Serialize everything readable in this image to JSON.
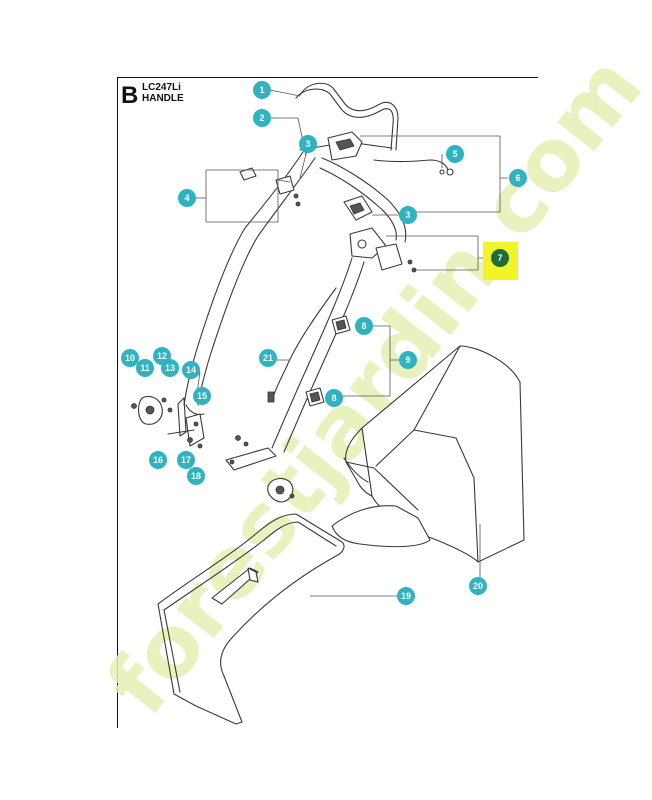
{
  "header": {
    "section_letter": "B",
    "model_code": "LC247Li",
    "assembly_name": "HANDLE"
  },
  "watermark": {
    "text": "forestjardin.com",
    "color": "#dfeaa5"
  },
  "colors": {
    "callout": "#2fb3c0",
    "highlight_box": "#f3f32a",
    "highlight_callout": "#1f6e3a",
    "line_art": "#3a3a3a"
  },
  "callouts": [
    {
      "id": "c1",
      "label": "1"
    },
    {
      "id": "c2",
      "label": "2"
    },
    {
      "id": "c3a",
      "label": "3"
    },
    {
      "id": "c3b",
      "label": "3"
    },
    {
      "id": "c4",
      "label": "4"
    },
    {
      "id": "c5",
      "label": "5"
    },
    {
      "id": "c6",
      "label": "6"
    },
    {
      "id": "c7",
      "label": "7",
      "highlighted": true
    },
    {
      "id": "c8a",
      "label": "8"
    },
    {
      "id": "c8b",
      "label": "8"
    },
    {
      "id": "c9",
      "label": "9"
    },
    {
      "id": "c10",
      "label": "10"
    },
    {
      "id": "c11",
      "label": "11"
    },
    {
      "id": "c12",
      "label": "12"
    },
    {
      "id": "c13",
      "label": "13"
    },
    {
      "id": "c14",
      "label": "14"
    },
    {
      "id": "c15",
      "label": "15"
    },
    {
      "id": "c16",
      "label": "16"
    },
    {
      "id": "c17",
      "label": "17"
    },
    {
      "id": "c18",
      "label": "18"
    },
    {
      "id": "c19",
      "label": "19"
    },
    {
      "id": "c20",
      "label": "20"
    },
    {
      "id": "c21",
      "label": "21"
    }
  ]
}
